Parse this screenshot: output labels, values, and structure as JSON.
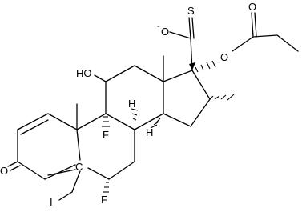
{
  "atoms": {
    "thione_S": "S",
    "carbonyl_O_ester": "O",
    "thio_O_minus": "O",
    "minus_charge": "-",
    "ester_O": "O",
    "hydroxyl": "HO",
    "C9_F": "F",
    "C6_F": "F",
    "ketone_O": "O",
    "iodine": "I",
    "C_label": "C",
    "H_C8": "H",
    "H_C14": "H"
  },
  "colors": {
    "bond": "#000000",
    "background": "#ffffff"
  }
}
